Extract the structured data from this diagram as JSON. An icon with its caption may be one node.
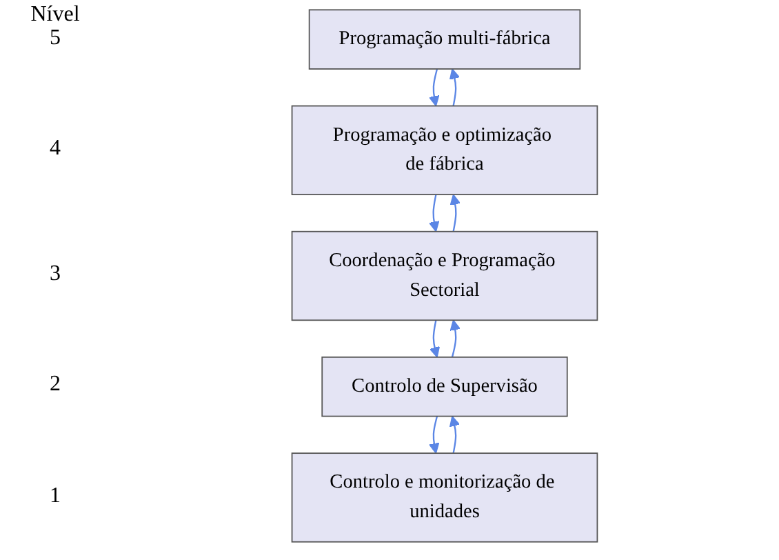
{
  "diagram": {
    "nodes": [
      {
        "text": [
          "Programação multi-fábrica"
        ]
      },
      {
        "text": [
          "Programação e optimização de fábrica"
        ]
      },
      {
        "text": [
          "Coordenação e Programação Sectorial"
        ]
      },
      {
        "text": [
          "Controlo de Supervisão"
        ]
      },
      {
        "text": [
          "Controlo e monitorização de unidades"
        ]
      }
    ],
    "edges": [
      {
        "from": 0,
        "to": 1,
        "arrow": "to"
      },
      {
        "from": 1,
        "to": 0,
        "arrow": "to"
      },
      {
        "from": 1,
        "to": 2,
        "arrow": "to"
      },
      {
        "from": 2,
        "to": 1,
        "arrow": "to"
      },
      {
        "from": 2,
        "to": 3,
        "arrow": "to"
      },
      {
        "from": 3,
        "to": 2,
        "arrow": "to"
      },
      {
        "from": 3,
        "to": 4,
        "arrow": "to"
      },
      {
        "from": 4,
        "to": 3,
        "arrow": "to"
      }
    ],
    "labels": [
      "Nível",
      "5",
      "4",
      "3",
      "2",
      "1"
    ]
  }
}
